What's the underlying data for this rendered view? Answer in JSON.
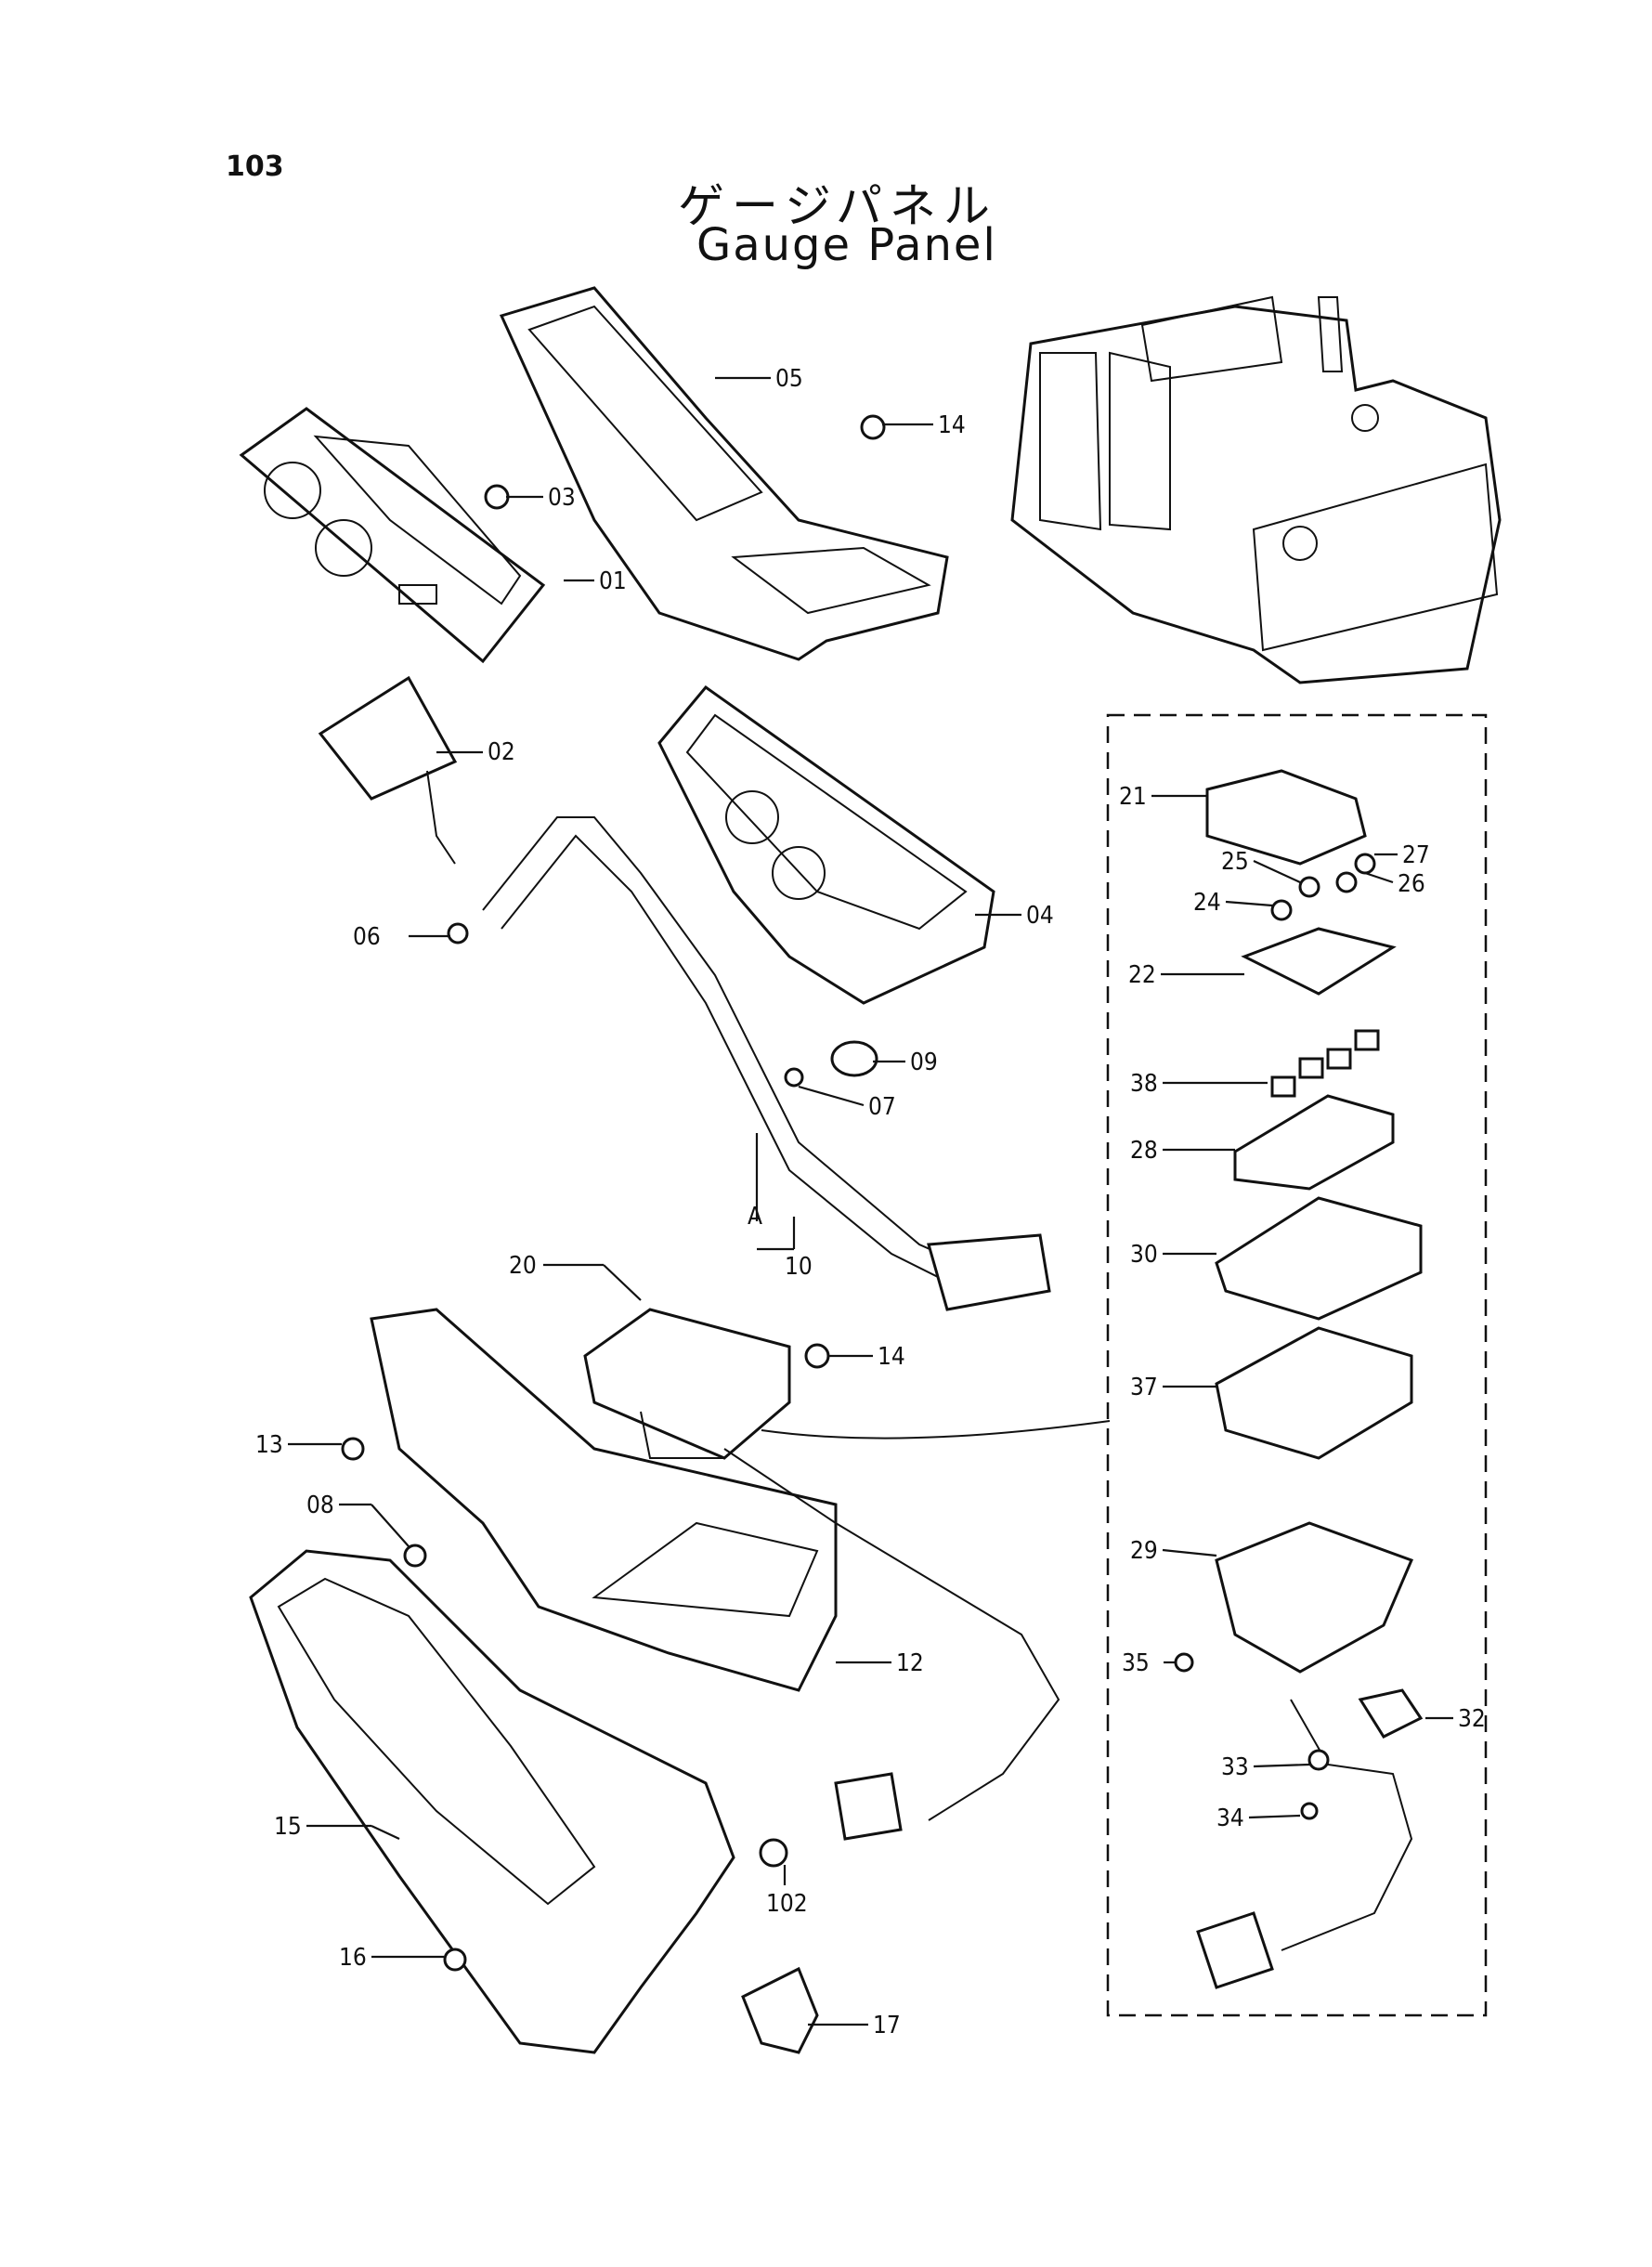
{
  "page_number": "103",
  "title_jp": "ゲージパネル",
  "title_en": "Gauge Panel",
  "callouts": [
    "01",
    "02",
    "03",
    "04",
    "05",
    "06",
    "07",
    "08",
    "09",
    "10",
    "12",
    "13",
    "14",
    "14",
    "15",
    "16",
    "17",
    "20",
    "21",
    "22",
    "24",
    "25",
    "26",
    "27",
    "28",
    "29",
    "30",
    "32",
    "33",
    "34",
    "35",
    "37",
    "38",
    "102",
    "A"
  ]
}
